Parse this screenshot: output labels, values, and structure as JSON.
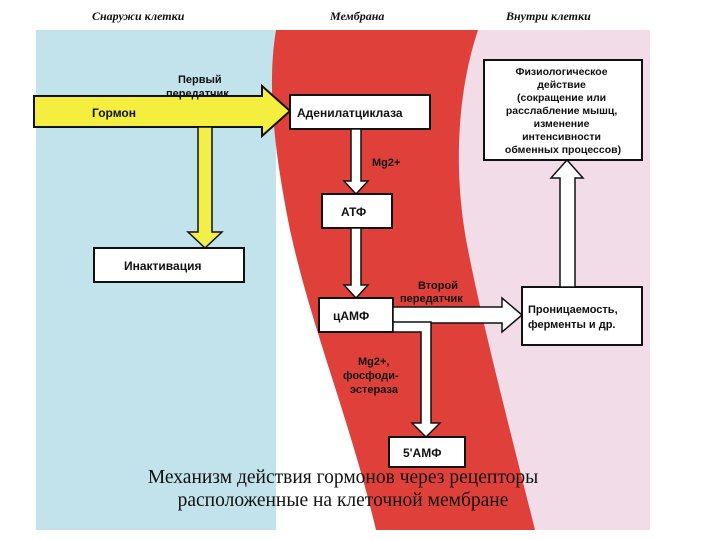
{
  "headers": {
    "outside": "Снаружи клетки",
    "membrane": "Мембрана",
    "inside": "Внутри клетки"
  },
  "boxes": {
    "hormone": "Гормон",
    "adenylate_cyclase": "Аденилатциклаза",
    "atp": "АТФ",
    "inactivation": "Инактивация",
    "camp": "цАМФ",
    "amp5": "5'АМФ",
    "physiological": [
      "Физиологическое",
      "действие",
      "(сокращение или",
      "расслабление мышц,",
      "изменение",
      "интенсивности",
      "обменных процессов)"
    ],
    "permeability": [
      "Проницаемость,",
      "ферменты и др."
    ]
  },
  "labels": {
    "first_messenger": [
      "Первый",
      "передатчик"
    ],
    "second_messenger": [
      "Второй",
      "передатчик"
    ],
    "mg1": "Mg2+",
    "mg2_phosphodiesterase": [
      "Mg2+,",
      "фосфоди-",
      "эстераза"
    ]
  },
  "caption": {
    "line1": "Механизм действия гормонов через рецепторы",
    "line2": "расположенные на клеточной мембране"
  },
  "colors": {
    "outside_bg": "#c2e3ec",
    "membrane": "#e0403a",
    "inside_bg": "#f2dce7",
    "hormone_box": "#f4ee3e",
    "arrow_yellow": "#f3ef4a"
  }
}
